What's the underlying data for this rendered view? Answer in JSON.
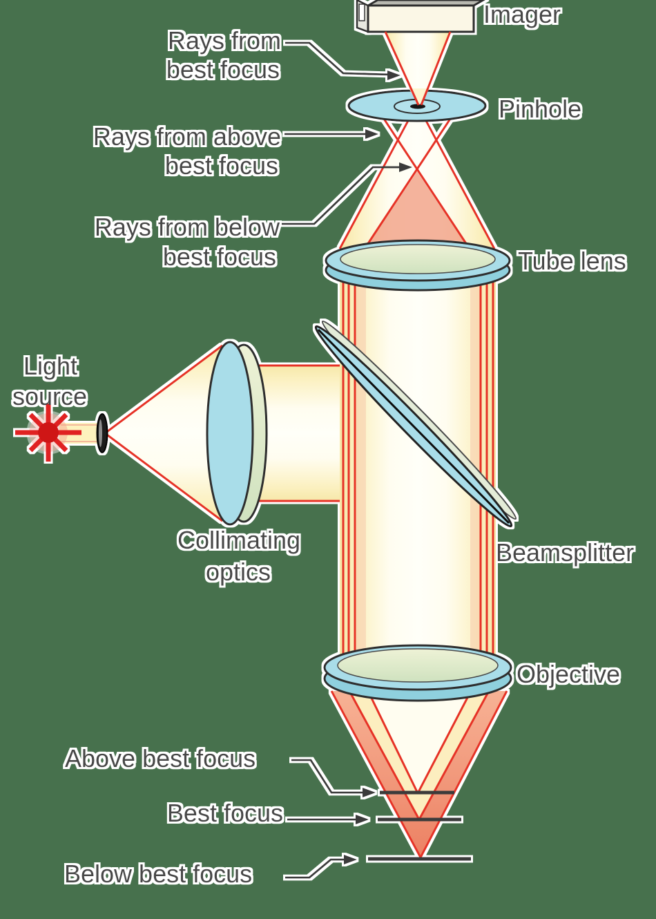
{
  "figure": {
    "type": "optical-schematic",
    "subject": "confocal microscope light path"
  },
  "labels": {
    "imager": "Imager",
    "pinhole": "Pinhole",
    "tube_lens": "Tube lens",
    "beamsplitter": "Beamsplitter",
    "objective": "Objective",
    "light_source": {
      "line1": "Light",
      "line2": "source"
    },
    "collimating_optics": {
      "line1": "Collimating",
      "line2": "optics"
    },
    "rays_from_best_focus": {
      "line1": "Rays from",
      "line2": "best focus"
    },
    "rays_from_above_best_focus": {
      "line1": "Rays from above",
      "line2": "best focus"
    },
    "rays_from_below_best_focus": {
      "line1": "Rays from below",
      "line2": "best focus"
    },
    "above_best_focus": "Above best focus",
    "best_focus": "Best focus",
    "below_best_focus": "Below best focus"
  },
  "colors": {
    "background": "#47714d",
    "beam_cream": "#fbf0bf",
    "beam_highlight": "#fffff8",
    "ray_red": "#e63226",
    "salmon_fill": "#f09a7e",
    "lens_cyan": "#a9dde9",
    "lens_rim_cyan": "#8fd0de",
    "glass_tint": "#dfeccc",
    "outline_dark": "#2e2e2e",
    "label_text": "#474747",
    "label_halo": "#ffffff",
    "leader_line": "#3a3a3a",
    "star_red": "#dd1f1f"
  }
}
